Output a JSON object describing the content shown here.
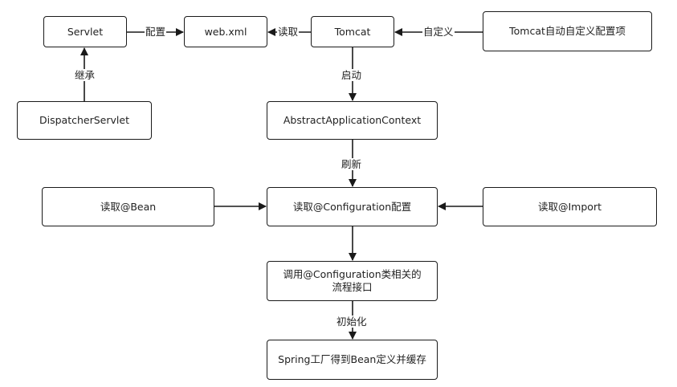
{
  "nodes": {
    "servlet": "Servlet",
    "web_xml": "web.xml",
    "tomcat": "Tomcat",
    "tomcat_auto_config": "Tomcat自动自定义配置项",
    "dispatcher_servlet": "DispatcherServlet",
    "abstract_app_context": "AbstractApplicationContext",
    "read_bean": "读取@Bean",
    "read_configuration": "读取@Configuration配置",
    "read_import": "读取@Import",
    "invoke_line1": "调用@Configuration类相关的",
    "invoke_line2": "流程接口",
    "spring_factory": "Spring工厂得到Bean定义并缓存"
  },
  "edge_labels": {
    "servlet_to_webxml": "配置",
    "tomcat_to_webxml": "读取",
    "auto_to_tomcat": "自定义",
    "dispatcher_to_servlet": "继承",
    "tomcat_to_context": "启动",
    "context_to_config": "刷新",
    "invoke_to_factory": "初始化"
  },
  "colors": {
    "stroke": "#1a1a1a",
    "background": "#ffffff",
    "text": "#222222"
  }
}
